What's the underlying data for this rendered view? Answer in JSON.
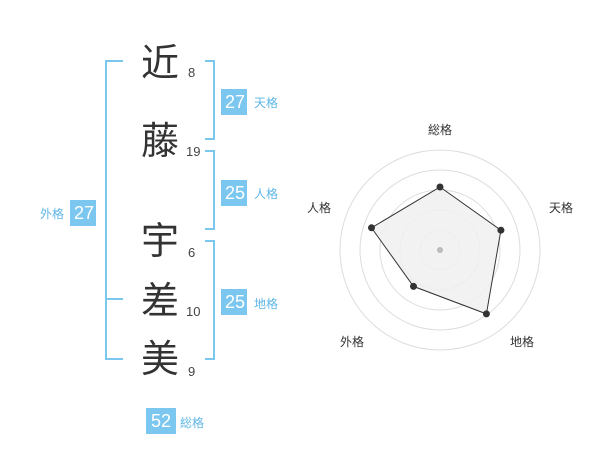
{
  "name": {
    "chars": [
      {
        "char": "近",
        "strokes": "8"
      },
      {
        "char": "藤",
        "strokes": "19"
      },
      {
        "char": "宇",
        "strokes": "6"
      },
      {
        "char": "差",
        "strokes": "10"
      },
      {
        "char": "美",
        "strokes": "9"
      }
    ]
  },
  "badges": {
    "tenkaku": {
      "value": "27",
      "label": "天格"
    },
    "jinkaku": {
      "value": "25",
      "label": "人格"
    },
    "chikaku": {
      "value": "25",
      "label": "地格"
    },
    "gaikaku": {
      "value": "27",
      "label": "外格"
    },
    "soukaku": {
      "value": "52",
      "label": "総格"
    }
  },
  "radar": {
    "axes": [
      "総格",
      "天格",
      "地格",
      "外格",
      "人格"
    ],
    "levels": [
      0.63,
      0.64,
      0.79,
      0.45,
      0.72
    ],
    "colors": {
      "fill": "#f0f0f0",
      "ring": "#dddddd",
      "line": "#333333",
      "dot": "#333333",
      "center": "#bbbbbb"
    }
  }
}
